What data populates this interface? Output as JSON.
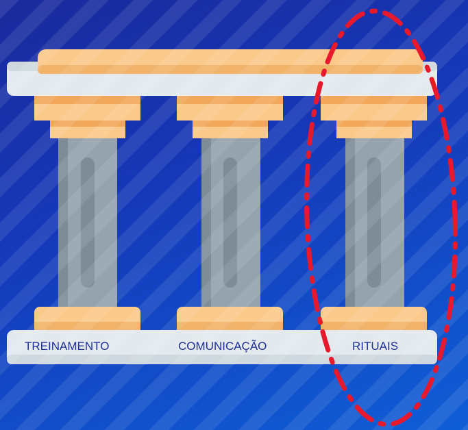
{
  "pillars": [
    {
      "label": "TREINAMENTO",
      "highlighted": false
    },
    {
      "label": "COMUNICAÇÃO",
      "highlighted": false
    },
    {
      "label": "RITUAIS",
      "highlighted": true
    }
  ],
  "colors": {
    "background_top": "#1a2a9c",
    "background_bottom": "#0f5ed6",
    "capital": "#fbc98a",
    "capital_shadow": "#f1a85b",
    "column": "#95a3ad",
    "column_shadow": "#7e8c97",
    "slab": "#e3e9ed",
    "label_text": "#1f2f9a",
    "highlight_ellipse": "#e8192c"
  }
}
